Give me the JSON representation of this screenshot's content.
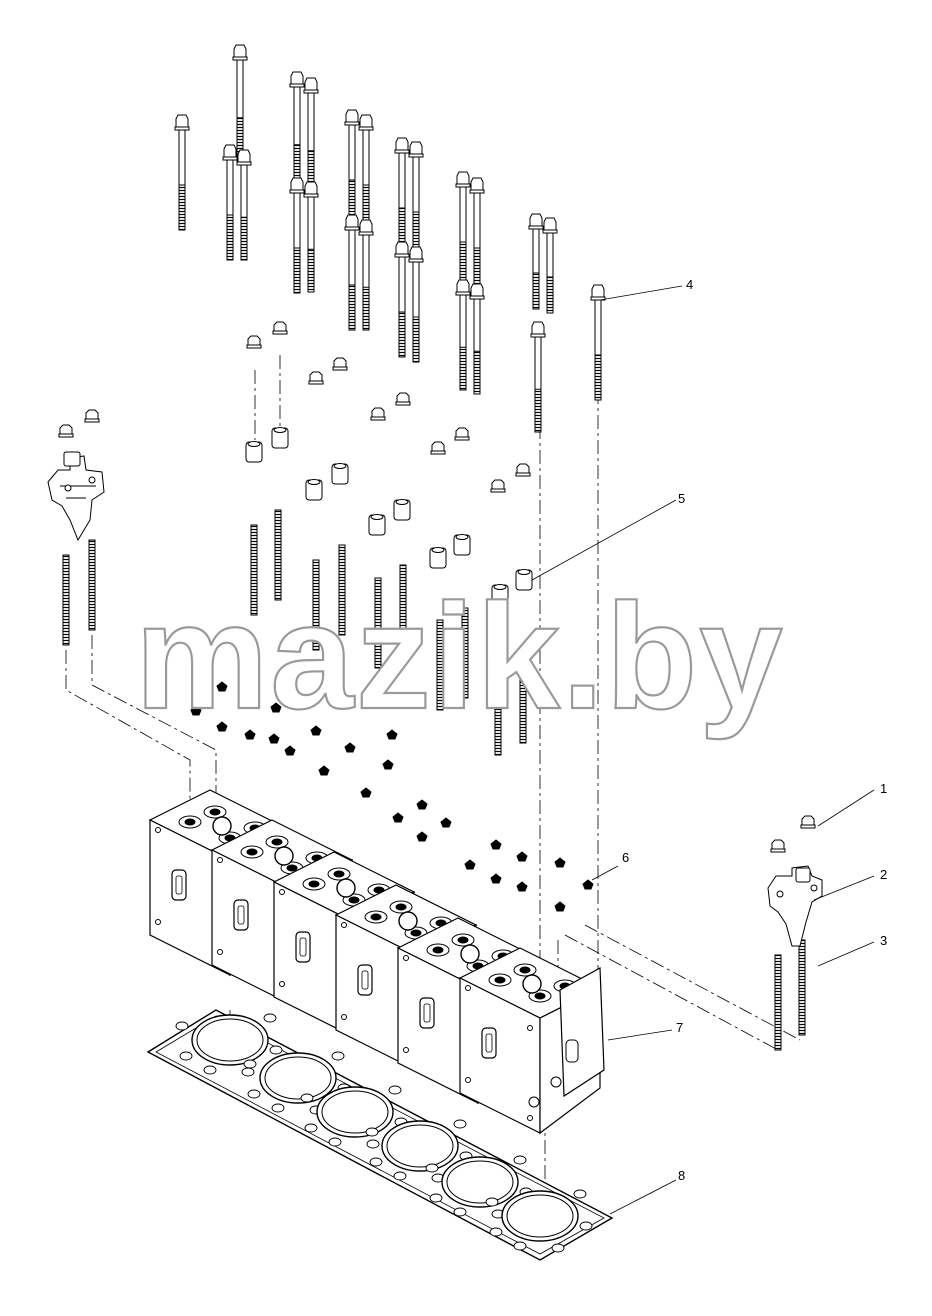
{
  "watermark": "mazik.by",
  "callouts": [
    "1",
    "2",
    "3",
    "4",
    "5",
    "6",
    "7",
    "8"
  ],
  "colors": {
    "line": "#000000",
    "watermark_stroke": "#9a9a9a",
    "background": "#ffffff"
  }
}
